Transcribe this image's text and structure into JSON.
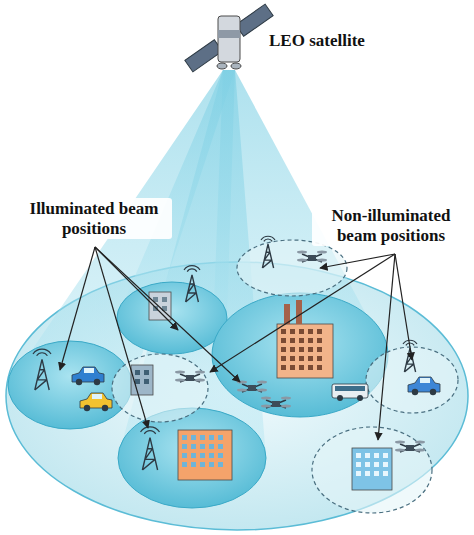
{
  "diagram": {
    "labels": [
      "LEO satellite",
      "Illuminated beam positions",
      "Non-illuminated beam positions"
    ]
  }
}
